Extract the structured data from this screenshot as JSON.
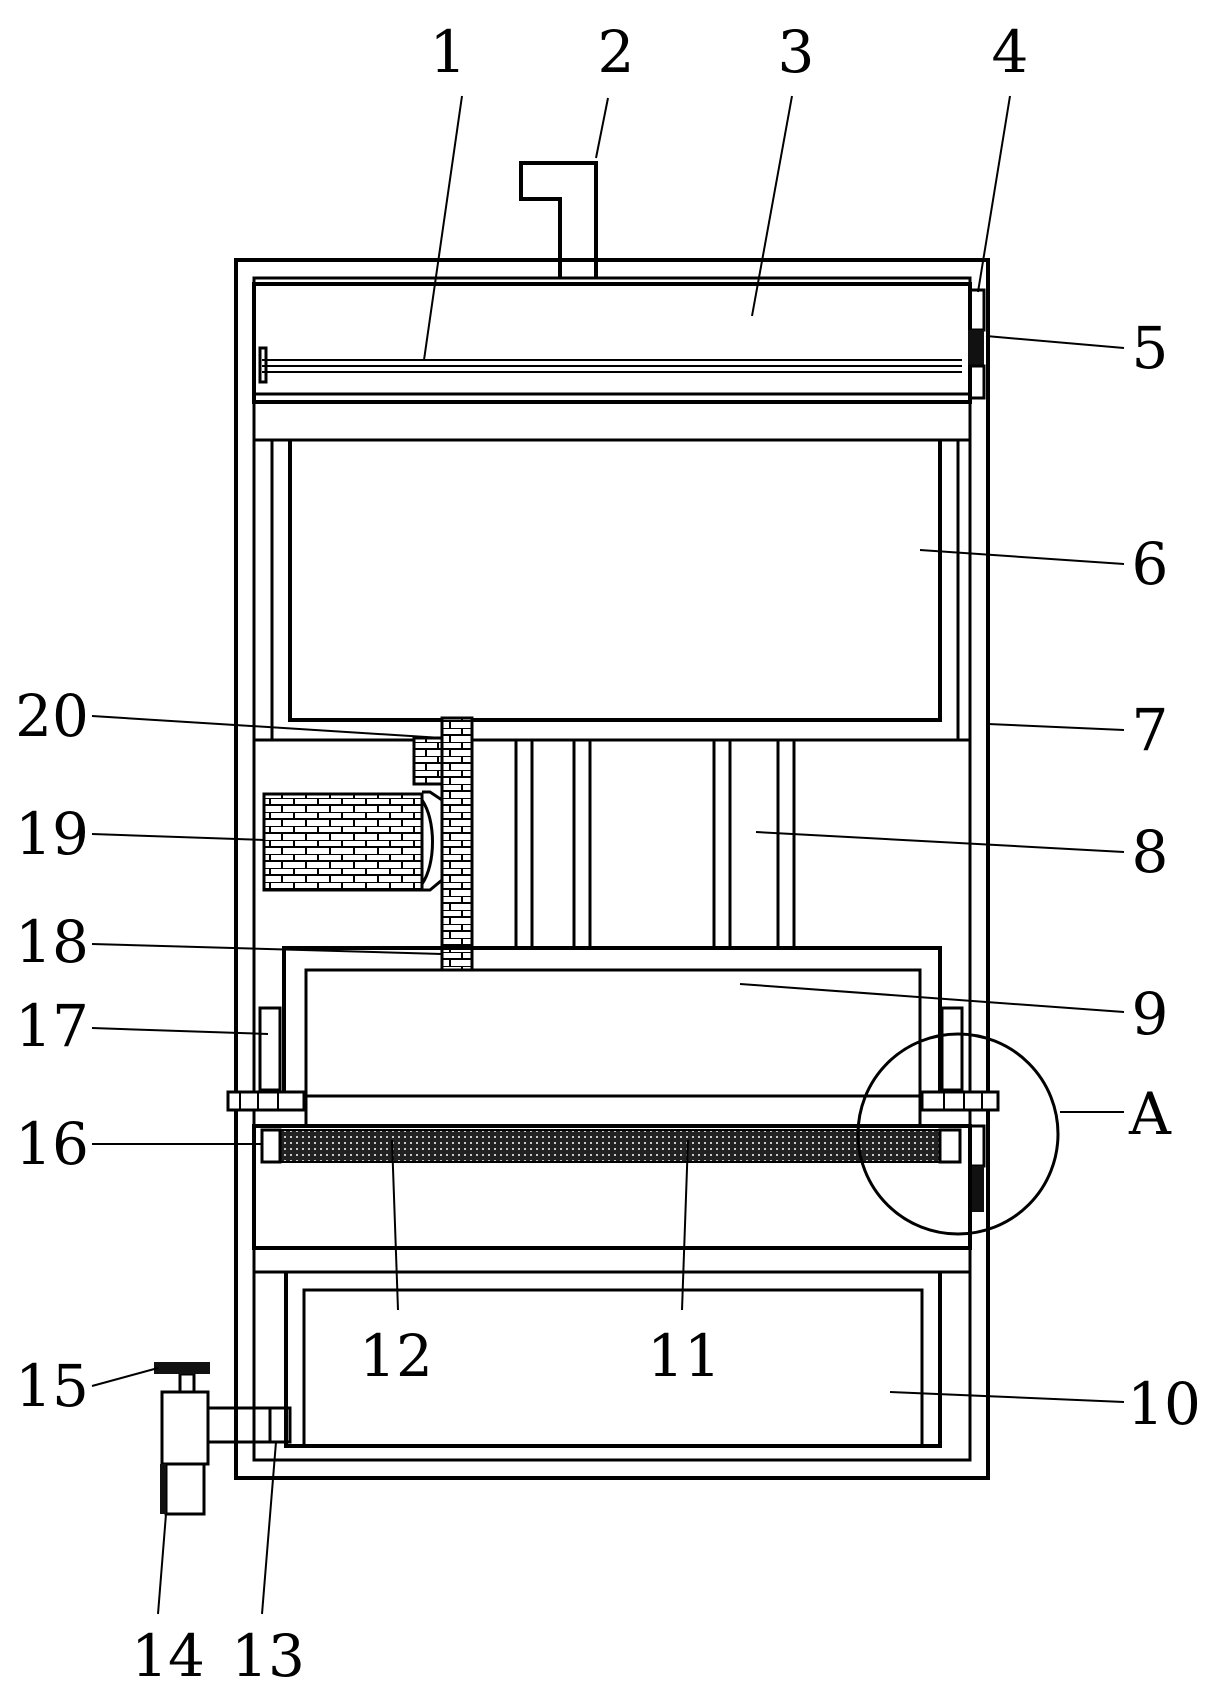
{
  "labels": {
    "n1": "1",
    "n2": "2",
    "n3": "3",
    "n4": "4",
    "n5": "5",
    "n6": "6",
    "n7": "7",
    "n8": "8",
    "n9": "9",
    "n10": "10",
    "n11": "11",
    "n12": "12",
    "n13": "13",
    "n14": "14",
    "n15": "15",
    "n16": "16",
    "n17": "17",
    "n18": "18",
    "n19": "19",
    "n20": "20",
    "detail": "A"
  },
  "colors": {
    "stroke": "#000000",
    "background": "#ffffff"
  }
}
